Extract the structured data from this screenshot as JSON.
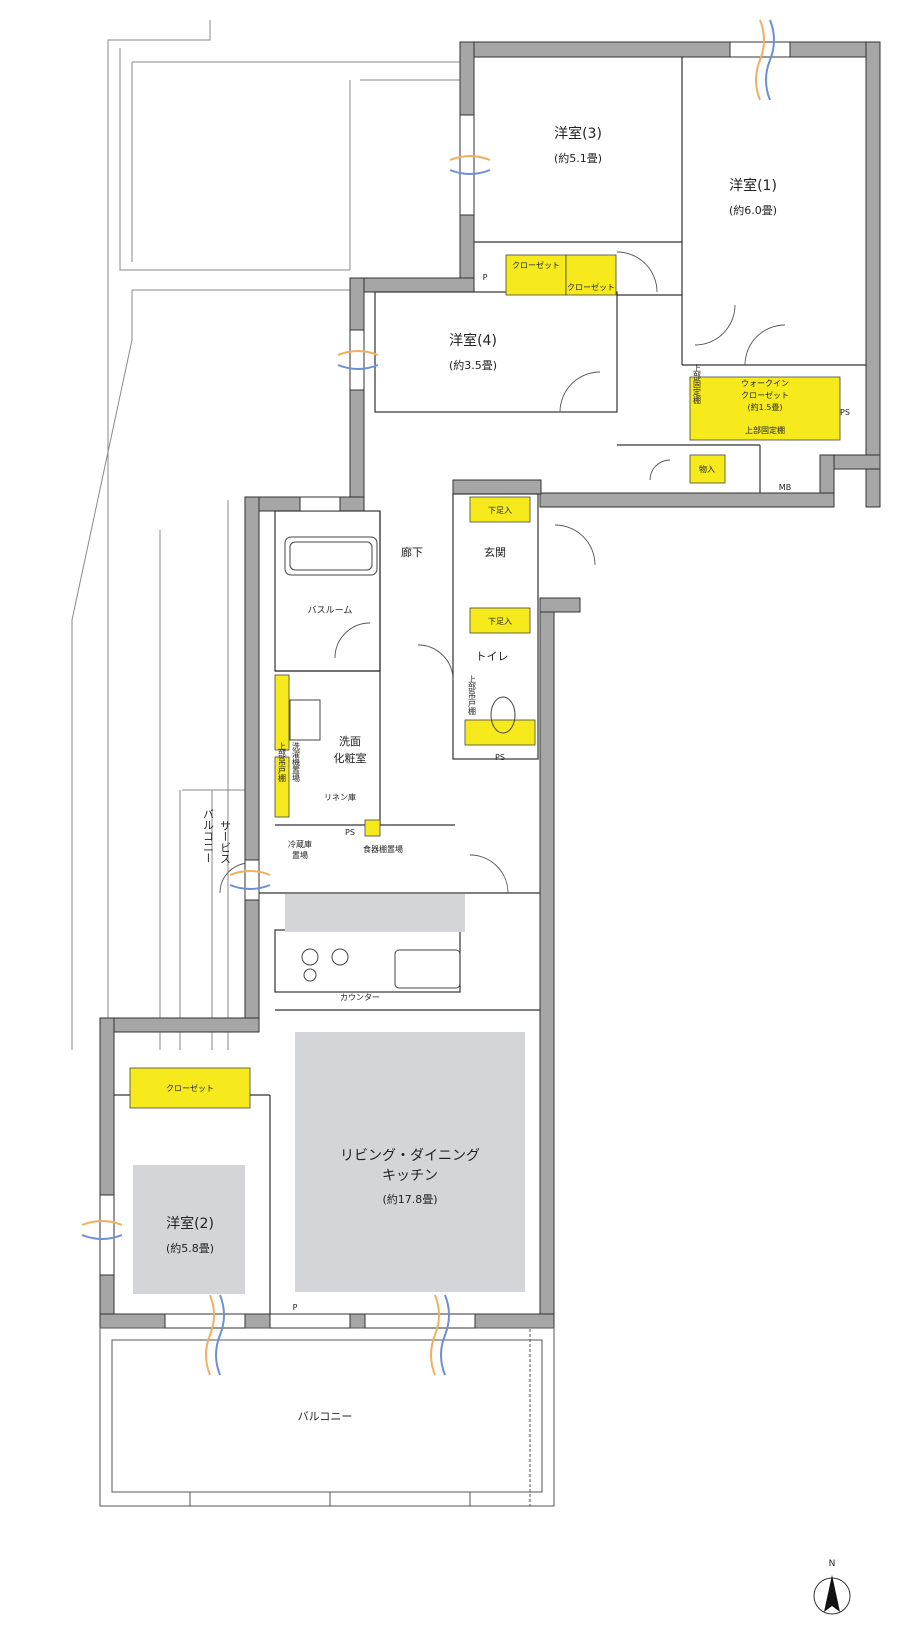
{
  "rooms": {
    "western3": {
      "name": "洋室(3)",
      "area": "(約5.1畳)"
    },
    "western1": {
      "name": "洋室(1)",
      "area": "(約6.0畳)"
    },
    "western4": {
      "name": "洋室(4)",
      "area": "(約3.5畳)"
    },
    "western2": {
      "name": "洋室(2)",
      "area": "(約5.8畳)"
    },
    "ldk": {
      "line1": "リビング・ダイニング",
      "line2": "キッチン",
      "area": "(約17.8畳)"
    },
    "corridor": "廊下",
    "entrance": "玄関",
    "toilet": "トイレ",
    "bathroom": "バスルーム",
    "washroom_line1": "洗面",
    "washroom_line2": "化粧室",
    "balcony": "バルコニー",
    "service_balcony_col1": "サービス",
    "service_balcony_col2": "バルコニー"
  },
  "storage": {
    "closet": "クローゼット",
    "walkin_line1": "ウォークイン",
    "walkin_line2": "クローゼット",
    "walkin_area": "(約1.5畳)",
    "upper_fixed_shelf": "上部固定棚",
    "upper_fixed_shelf_vertical": "上部固定棚",
    "storage": "物入",
    "shoe_cabinet": "下足入",
    "upper_hanging_cabinet": "上部吊戸棚",
    "washer_space": "洗濯機置場",
    "linen": "リネン庫",
    "fridge_line1": "冷蔵庫",
    "fridge_line2": "置場",
    "dish_shelf": "食器棚置場",
    "counter": "カウンター"
  },
  "marks": {
    "ps": "PS",
    "p": "P",
    "mb": "MB",
    "north": "N"
  }
}
